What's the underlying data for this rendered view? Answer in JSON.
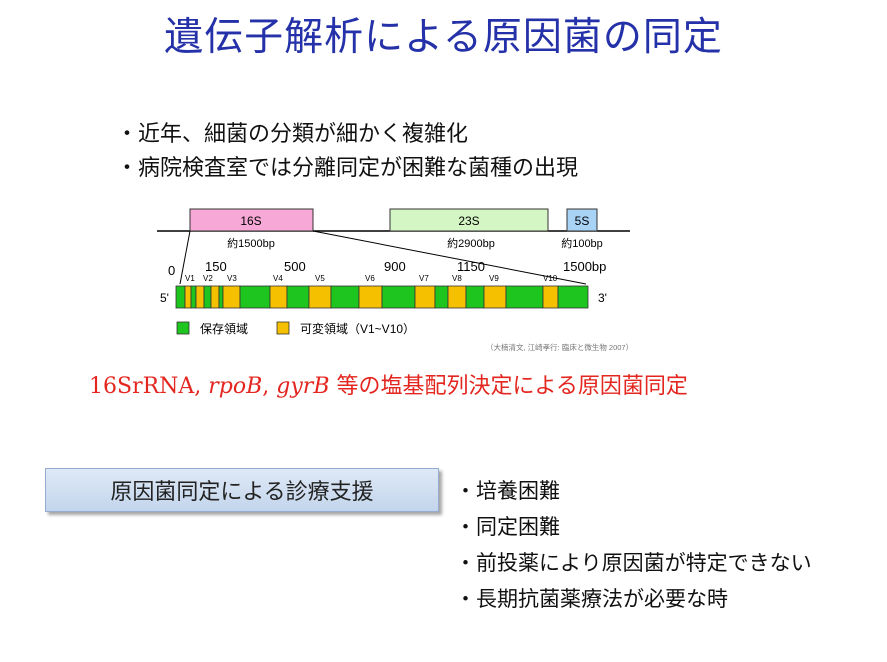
{
  "title": "遺伝子解析による原因菌の同定",
  "bullets": [
    "・近年、細菌の分類が細かく複雑化",
    "・病院検査室では分離同定が困難な菌種の出現"
  ],
  "diagram": {
    "genes": [
      {
        "label": "16S",
        "size": "約1500bp",
        "color": "#f7a8d6"
      },
      {
        "label": "23S",
        "size": "約2900bp",
        "color": "#d4f5c4"
      },
      {
        "label": "5S",
        "size": "約100bp",
        "color": "#a9d3f5"
      }
    ],
    "ticks": [
      "0",
      "150",
      "500",
      "900",
      "1150",
      "1500bp"
    ],
    "regions": [
      "V1",
      "V2",
      "V3",
      "V4",
      "V5",
      "V6",
      "V7",
      "V8",
      "V9",
      "V10"
    ],
    "end_5": "5'",
    "end_3": "3'",
    "legend": {
      "conserved": "保存領域",
      "variable": "可変領域（V1~V10）",
      "conserved_color": "#1ec51e",
      "variable_color": "#f5c000"
    },
    "citation": "（大楠清文, 江崎孝行: 臨床と微生物 2007）"
  },
  "caption": {
    "part1": "16SrRNA, ",
    "part2": "rpoB",
    "part3": ", ",
    "part4": "gyrB",
    "part5": " 等の塩基配列決定による原因菌同定"
  },
  "support_label": "原因菌同定による診療支援",
  "reasons": [
    "・培養困難",
    "・同定困難",
    "・前投薬により原因菌が特定できない",
    "・長期抗菌薬療法が必要な時"
  ],
  "colors": {
    "title": "#2431a8",
    "caption": "#e3261f"
  }
}
